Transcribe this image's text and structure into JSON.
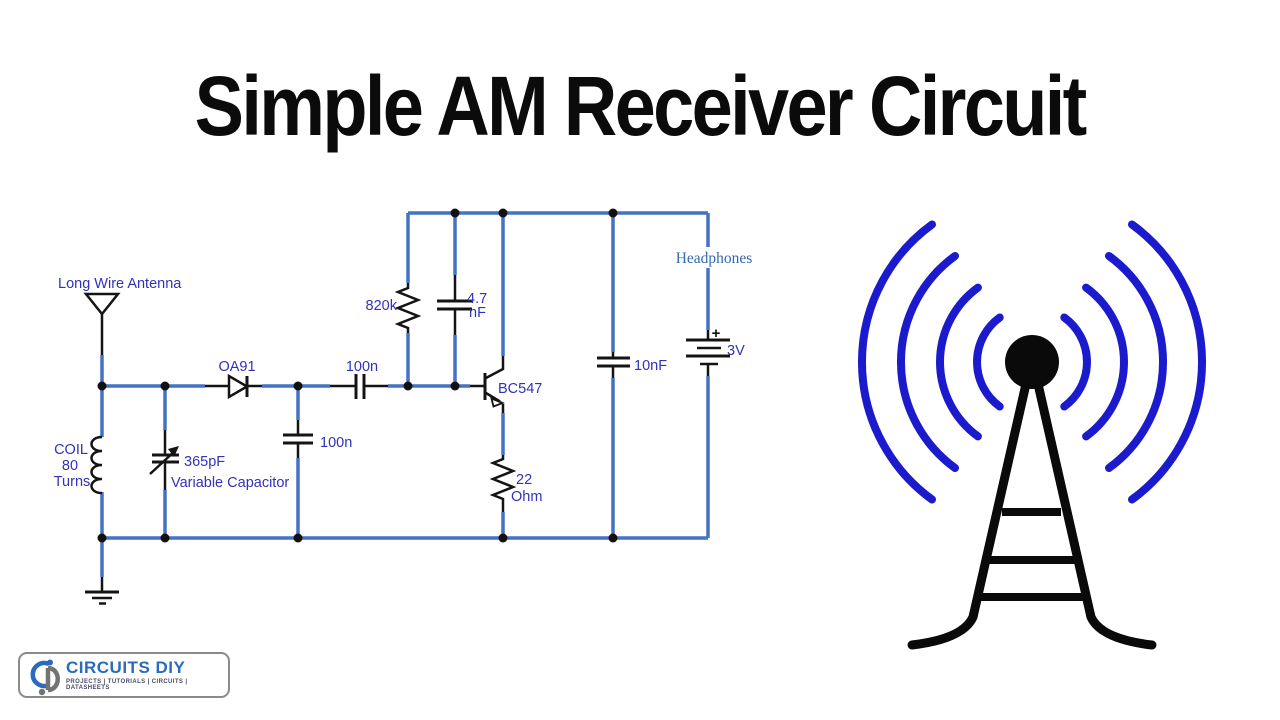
{
  "title": "Simple AM Receiver Circuit",
  "schematic": {
    "antenna_label": "Long Wire Antenna",
    "coil_line1": "COIL",
    "coil_line2": "80",
    "coil_line3": "Turns",
    "varcap_value": "365pF",
    "varcap_name": "Variable Capacitor",
    "diode": "OA91",
    "series_cap": "100n",
    "shunt_cap": "100n",
    "bias_resistor": "820k",
    "feedback_cap_line1": "4.7",
    "feedback_cap_line2": "nF",
    "transistor": "BC547",
    "emitter_resistor_line1": "22",
    "emitter_resistor_line2": "Ohm",
    "output_cap": "10nF",
    "battery_plus": "+",
    "battery_voltage": "3V",
    "headphones_label": "Headphones"
  },
  "logo": {
    "brand": "CIRCUITS DIY",
    "tagline": "PROJECTS | TUTORIALS | CIRCUITS | DATASHEETS"
  },
  "colors": {
    "wire": "#4472C4",
    "component": "#141414",
    "label": "#3232B9",
    "headphones_label": "#3568AD",
    "radio_wave": "#1b1bcd",
    "tower": "#0a0a0a",
    "brand_blue": "#2a6abf"
  }
}
